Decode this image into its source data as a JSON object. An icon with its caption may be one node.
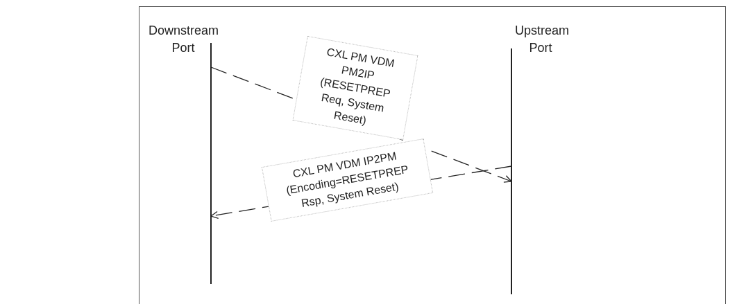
{
  "diagram": {
    "nodes": [
      {
        "text": [
          "Downstream Port"
        ]
      },
      {
        "text": [
          "Upstream Port"
        ]
      }
    ],
    "edges": [
      {
        "from": 0,
        "to": 1,
        "arrow": "to",
        "style": "dashed",
        "label": "CXL PM VDM PM2IP (RESETPREP Req, System Reset)"
      },
      {
        "from": 1,
        "to": 0,
        "arrow": "to",
        "style": "dashed",
        "label": "CXL PM VDM IP2PM (Encoding=RESETPREP Rsp, System Reset)"
      }
    ]
  }
}
